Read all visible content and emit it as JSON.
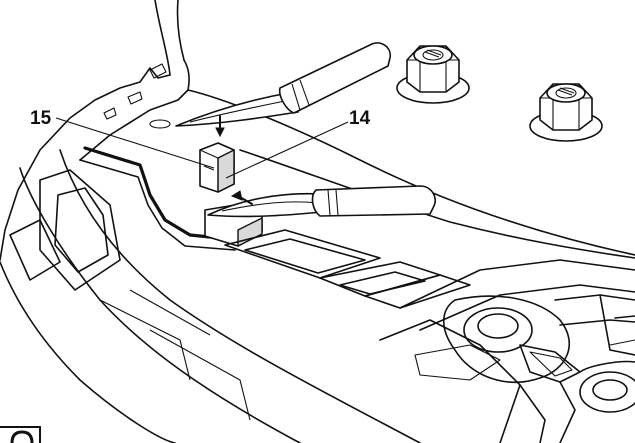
{
  "callouts": [
    {
      "id": "15",
      "label": "15"
    },
    {
      "id": "14",
      "label": "14"
    }
  ],
  "icons": {
    "knife_upper": "knife-icon",
    "knife_lower": "knife-icon",
    "flange_nut": "hex-flange-nut-icon",
    "bracket": "bracket-icon",
    "clip": "clip-icon",
    "corner_badge": "circle-icon"
  }
}
